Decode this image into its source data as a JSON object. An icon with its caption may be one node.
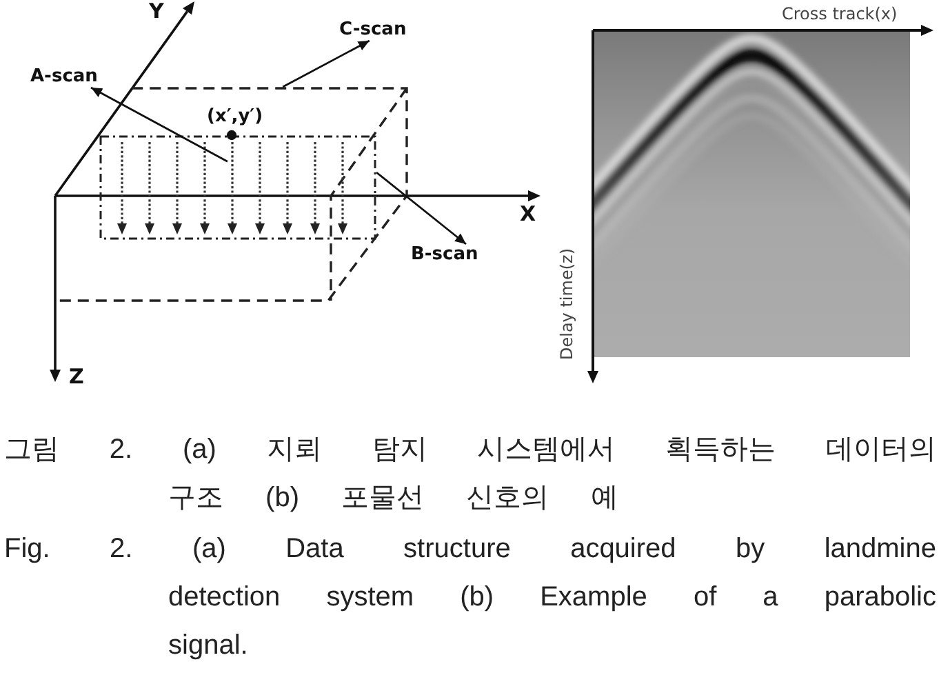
{
  "diagram": {
    "caption": "그림 2. (a) 지뢰 탐지 시스템에서 획득하는 데이터의 구조 (b) 포물선 신호의 예",
    "nodes": [
      {
        "text": [
          "C-scan"
        ]
      },
      {
        "text": [
          "A-scan"
        ]
      },
      {
        "text": [],
        "shape": "box"
      },
      {
        "text": [],
        "shape": "rectangle",
        "in": 2
      },
      {
        "text": [],
        "shape": "arrow",
        "in": 3,
        "beside": [
          "(x′,y′)"
        ]
      },
      {
        "text": [
          "B-scan"
        ]
      }
    ],
    "edges": [
      {
        "from": 2,
        "to": 0,
        "arrow": "to"
      },
      {
        "from": 4,
        "to": 1,
        "arrow": "to"
      },
      {
        "from": 3,
        "to": 5,
        "arrow": "to"
      }
    ],
    "labels": [
      "Y",
      "Cross track(x)",
      "X",
      "Z",
      "Delay time(z)",
      "Fig. 2. (a) Data structure acquired by landmine detection system (b) Example of a parabolic signal."
    ]
  }
}
